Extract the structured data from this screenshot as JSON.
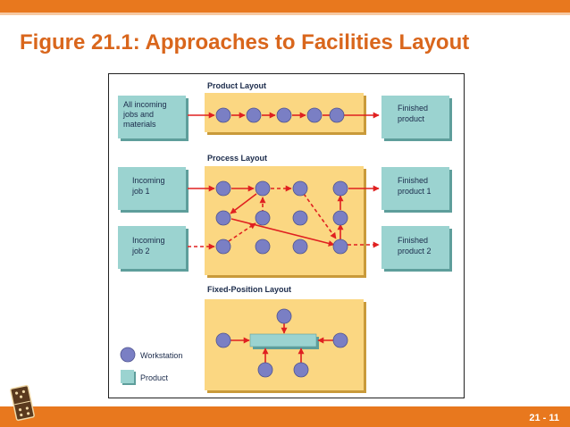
{
  "slide": {
    "title": "Figure 21.1: Approaches to Facilities Layout",
    "page_number": "21 - 11"
  },
  "colors": {
    "accent_orange": "#e8781e",
    "title_orange": "#d9661c",
    "panel_yellow": "#fbd782",
    "box_teal": "#9bd3d0",
    "workstation_blue": "#7a7fc4",
    "arrow_red": "#e02020"
  },
  "diagram": {
    "product_layout": {
      "title": "Product Layout",
      "input_label": [
        "All incoming",
        "jobs and",
        "materials"
      ],
      "output_label": [
        "Finished",
        "product"
      ]
    },
    "process_layout": {
      "title": "Process Layout",
      "input1_label": [
        "Incoming",
        "job 1"
      ],
      "input2_label": [
        "Incoming",
        "job 2"
      ],
      "output1_label": [
        "Finished",
        "product 1"
      ],
      "output2_label": [
        "Finished",
        "product 2"
      ]
    },
    "fixed_layout": {
      "title": "Fixed-Position Layout"
    },
    "legend": {
      "workstation": "Workstation",
      "product": "Product"
    }
  },
  "icons": [
    "domino-logo-icon",
    "workstation-icon",
    "product-icon"
  ]
}
